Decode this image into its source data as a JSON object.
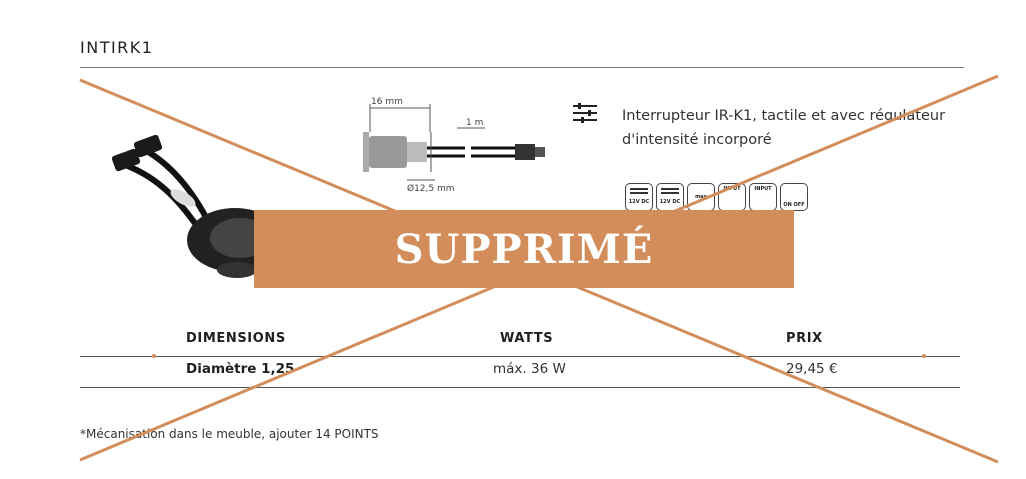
{
  "product": {
    "code": "INTIRK1",
    "description": "Interrupteur IR-K1, tactile et avec régulateur d'intensité incorporé"
  },
  "drawing": {
    "width_label": "16 mm",
    "cable_label": "1 m",
    "diameter_label": "Ø12,5 mm"
  },
  "spec_icons": [
    {
      "name": "12v-dc-icon",
      "text": "12V DC"
    },
    {
      "name": "12v-dc-icon-2",
      "text": "12V DC"
    },
    {
      "name": "max-watt-icon",
      "text": "max"
    },
    {
      "name": "input-icon",
      "text": "INPUT"
    },
    {
      "name": "input-icon-2",
      "text": "INPUT"
    },
    {
      "name": "touch-on-off-icon",
      "text": "ON OFF"
    }
  ],
  "table": {
    "headers": [
      "DIMENSIONS",
      "WATTS",
      "PRIX"
    ],
    "row": [
      "Diamètre 1,25",
      "máx. 36 W",
      "29,45 €"
    ]
  },
  "footnote": "*Mécanisation dans le meuble, ajouter 14 POINTS",
  "overlay": {
    "banner_text": "SUPPRIMÉ",
    "color": "#d28d5a"
  }
}
